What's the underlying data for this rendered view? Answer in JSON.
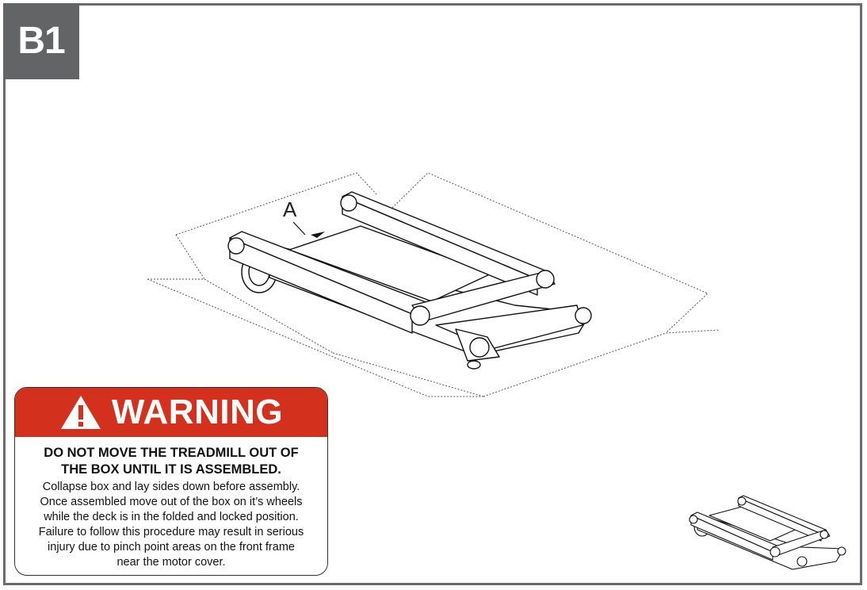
{
  "step": {
    "label": "B1"
  },
  "illustration": {
    "part_label": "A"
  },
  "warning": {
    "title": "WARNING",
    "headline_line1": "DO NOT MOVE THE TREADMILL OUT OF",
    "headline_line2": "THE BOX UNTIL IT IS ASSEMBLED.",
    "body_lines": [
      "Collapse box and lay sides down before assembly.",
      "Once assembled move out of the box on it’s wheels",
      "while the deck is in the folded and locked position.",
      "Failure to follow this procedure may result in serious",
      "injury due to pinch point areas on the front frame",
      "near the motor cover."
    ],
    "header_color": "#d4301e"
  },
  "colors": {
    "frame": "#6b6b6d",
    "tab": "#636466"
  }
}
